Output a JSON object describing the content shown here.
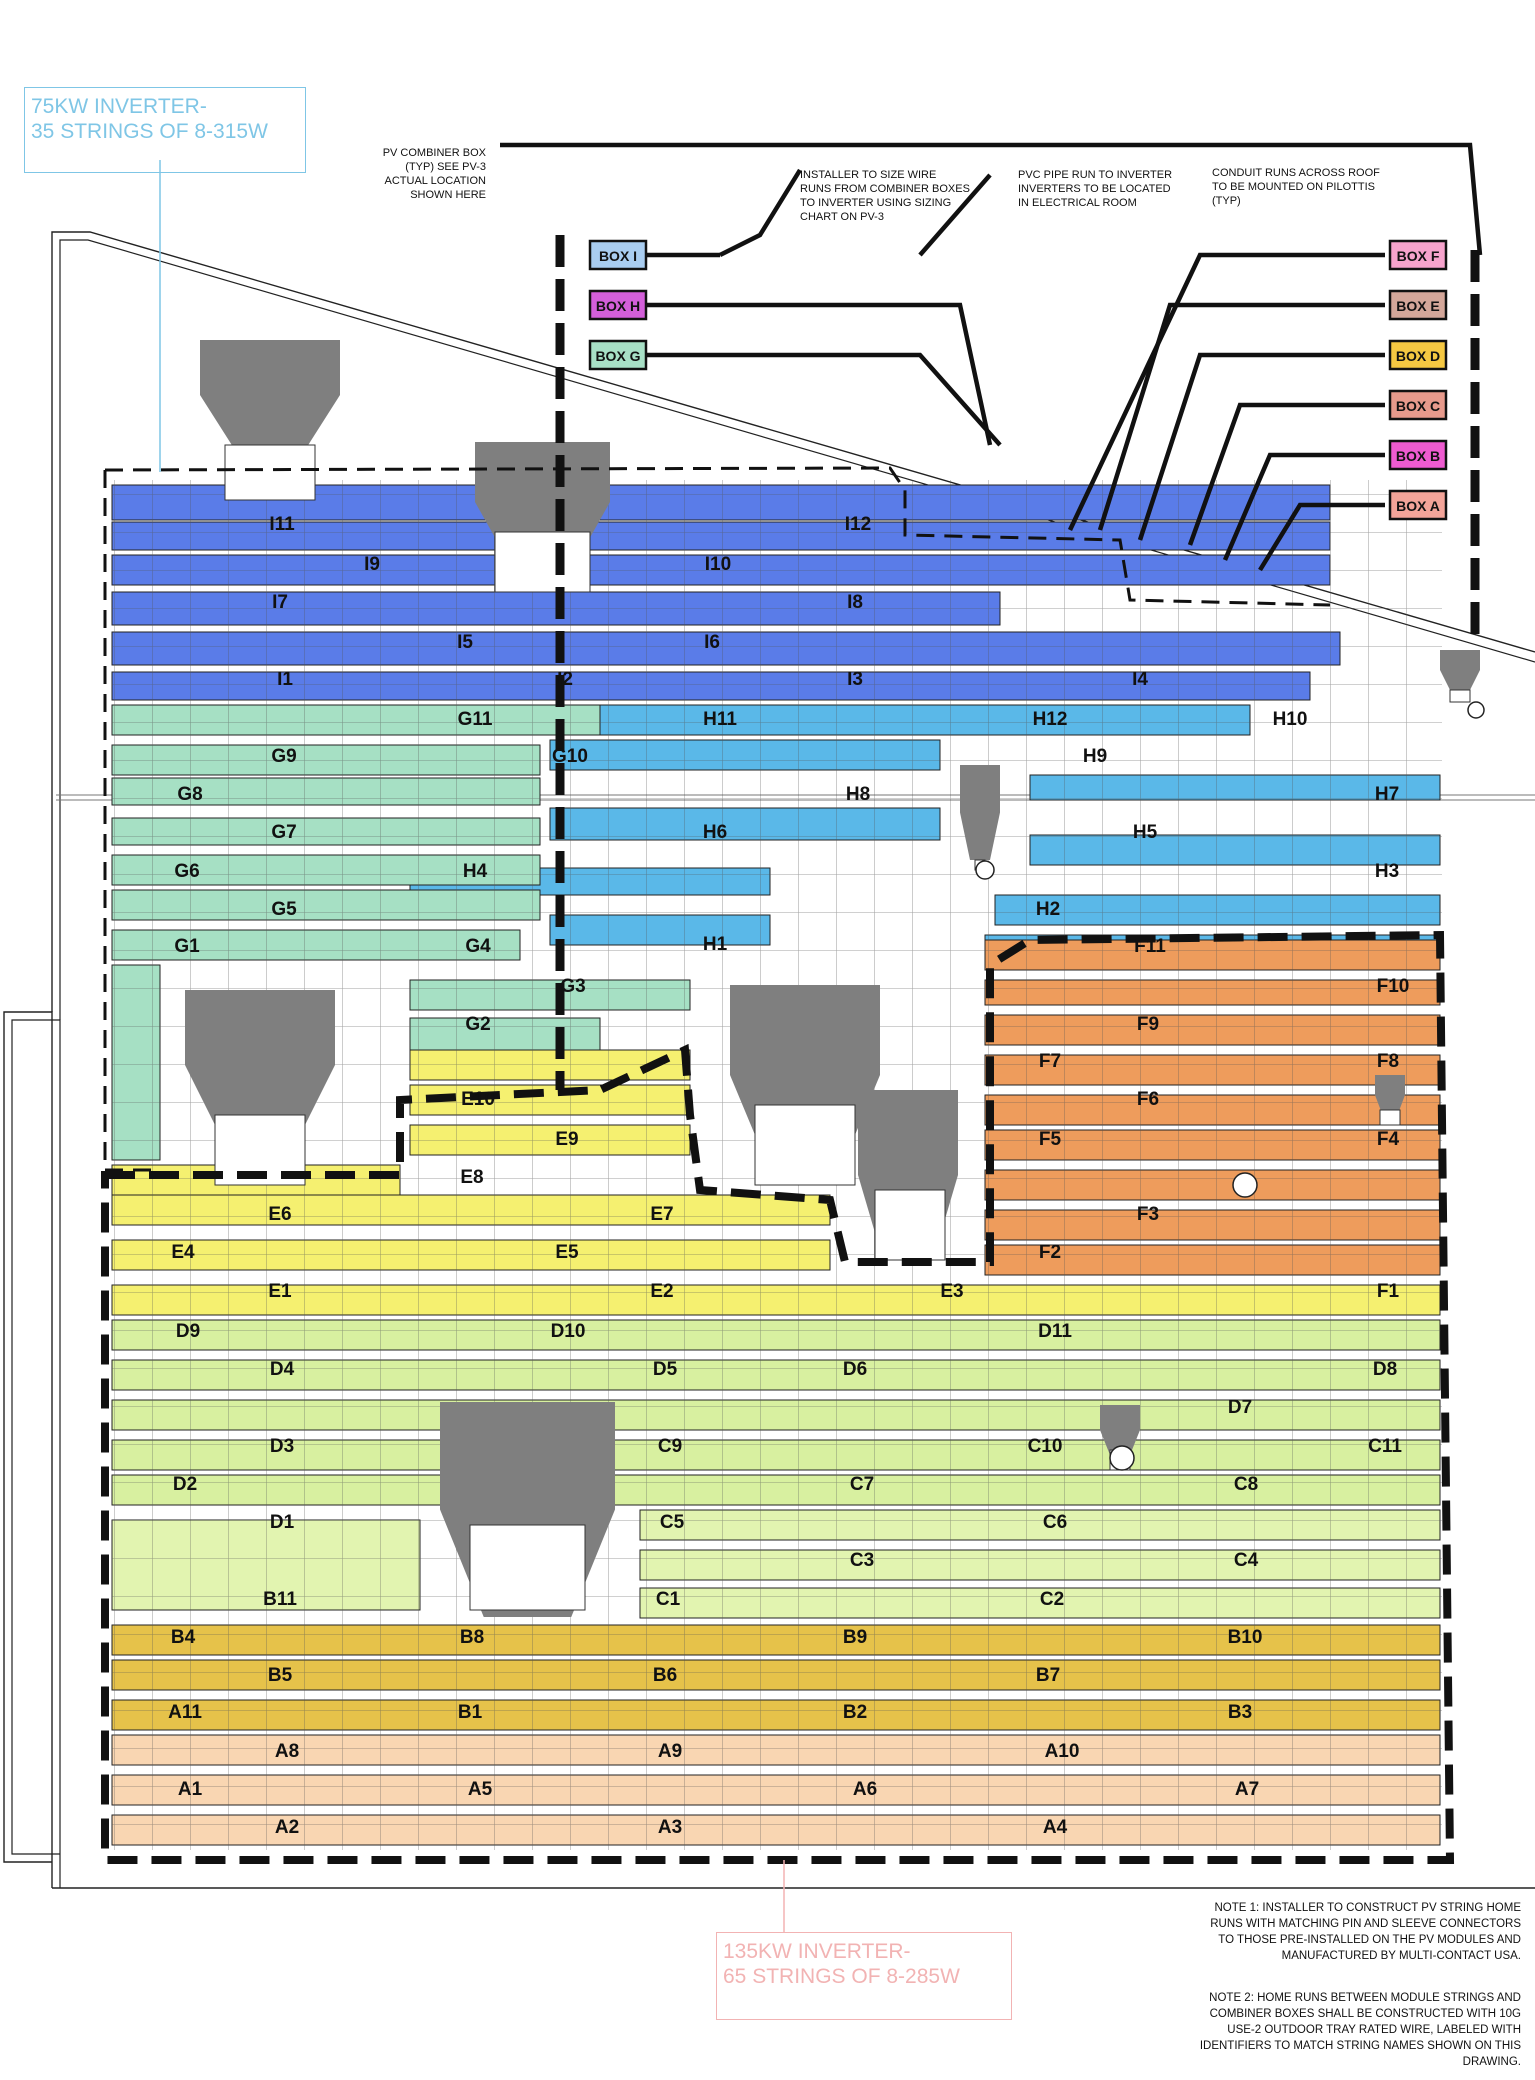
{
  "callouts": {
    "inverter_75": [
      "75KW INVERTER-",
      "35 STRINGS OF 8-315W"
    ],
    "inverter_135": [
      "135KW INVERTER-",
      "65 STRINGS OF 8-285W"
    ]
  },
  "annotations": {
    "combiner": [
      "PV COMBINER BOX",
      "(TYP) SEE PV-3",
      "ACTUAL LOCATION",
      "SHOWN HERE"
    ],
    "installer": [
      "INSTALLER TO SIZE WIRE",
      "RUNS FROM COMBINER BOXES",
      "TO INVERTER USING SIZING",
      "CHART ON PV-3"
    ],
    "pvc": [
      "PVC PIPE RUN TO INVERTER",
      "INVERTERS TO BE LOCATED",
      "IN ELECTRICAL ROOM"
    ],
    "conduit": [
      "CONDUIT RUNS ACROSS ROOF",
      "TO BE MOUNTED ON PILOTTIS",
      "(TYP)"
    ]
  },
  "notes": {
    "note1": [
      "NOTE 1: INSTALLER TO CONSTRUCT PV STRING HOME",
      "RUNS WITH MATCHING PIN AND SLEEVE CONNECTORS",
      "TO THOSE PRE-INSTALLED ON THE PV MODULES AND",
      "MANUFACTURED BY MULTI-CONTACT USA."
    ],
    "note2": [
      "NOTE 2: HOME RUNS BETWEEN MODULE STRINGS AND",
      "COMBINER BOXES SHALL BE CONSTRUCTED WITH 10g",
      "USE-2 OUTDOOR TRAY RATED WIRE, LABELED WITH",
      "IDENTIFIERS TO MATCH STRING NAMES SHOWN ON THIS",
      "DRAWING."
    ]
  },
  "boxes": [
    {
      "label": "BOX I",
      "color": "#a9cdf0",
      "side": "left"
    },
    {
      "label": "BOX H",
      "color": "#d35fd9",
      "side": "left"
    },
    {
      "label": "BOX G",
      "color": "#a8e0c6",
      "side": "left"
    },
    {
      "label": "BOX F",
      "color": "#f6a3cc",
      "side": "right"
    },
    {
      "label": "BOX E",
      "color": "#d4a79a",
      "side": "right"
    },
    {
      "label": "BOX D",
      "color": "#f5c842",
      "side": "right"
    },
    {
      "label": "BOX C",
      "color": "#e79a8c",
      "side": "right"
    },
    {
      "label": "BOX B",
      "color": "#ee5bd0",
      "side": "right"
    },
    {
      "label": "BOX A",
      "color": "#f3a499",
      "side": "right"
    }
  ],
  "group_colors": {
    "I": "#5a7ce8",
    "H": "#5ab8e8",
    "G": "#a6e0c4",
    "F": "#ee9c5c",
    "E": "#f5f070",
    "D": "#d8f0a0",
    "C": "#e2f4b0",
    "B": "#e6c24a",
    "A": "#f9d6b2"
  },
  "strings": {
    "I": [
      "I1",
      "I2",
      "I3",
      "I4",
      "I5",
      "I6",
      "I7",
      "I8",
      "I9",
      "I10",
      "I11",
      "I12"
    ],
    "H": [
      "H1",
      "H2",
      "H3",
      "H4",
      "H5",
      "H6",
      "H7",
      "H8",
      "H9",
      "H10",
      "H11",
      "H12"
    ],
    "G": [
      "G1",
      "G2",
      "G3",
      "G4",
      "G5",
      "G6",
      "G7",
      "G8",
      "G9",
      "G10",
      "G11"
    ],
    "F": [
      "F1",
      "F2",
      "F3",
      "F4",
      "F5",
      "F6",
      "F7",
      "F8",
      "F9",
      "F10",
      "F11"
    ],
    "E": [
      "E1",
      "E2",
      "E3",
      "E4",
      "E5",
      "E6",
      "E7",
      "E8",
      "E9",
      "E10"
    ],
    "D": [
      "D1",
      "D2",
      "D3",
      "D4",
      "D5",
      "D6",
      "D7",
      "D8",
      "D9",
      "D10",
      "D11"
    ],
    "C": [
      "C1",
      "C2",
      "C3",
      "C4",
      "C5",
      "C6",
      "C7",
      "C8",
      "C9",
      "C10",
      "C11"
    ],
    "B": [
      "B1",
      "B2",
      "B3",
      "B4",
      "B5",
      "B6",
      "B7",
      "B8",
      "B9",
      "B10",
      "B11"
    ],
    "A": [
      "A1",
      "A2",
      "A3",
      "A4",
      "A5",
      "A6",
      "A7",
      "A8",
      "A9",
      "A10",
      "A11"
    ]
  }
}
